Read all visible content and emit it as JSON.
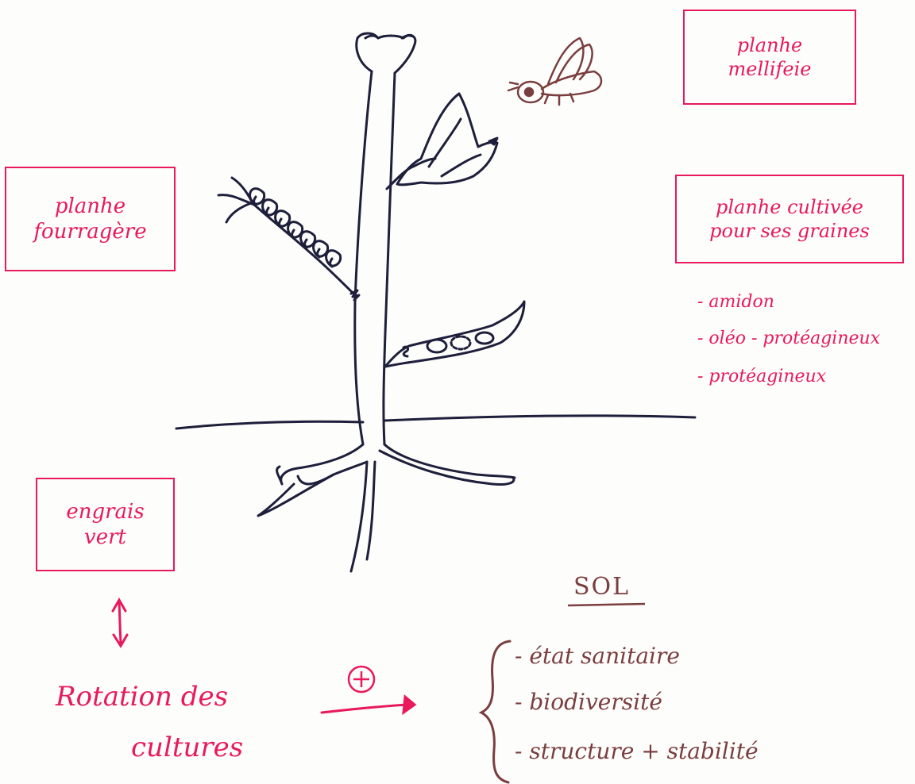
{
  "colors": {
    "ink_dark": "#1d1f3b",
    "accent_pink": "#e8195d",
    "ink_brown": "#7a3e3e",
    "paper": "#fdfdfb"
  },
  "labels": {
    "melliferous": [
      "planhe",
      "mellifeie"
    ],
    "forage": [
      "planhe",
      "fourragère"
    ],
    "cultivated": [
      "planhe cultivée",
      "pour ses graines"
    ],
    "cultivated_list": [
      "- amidon",
      "- oléo - protéagineux",
      "- protéagineux"
    ],
    "green_manure": [
      "engrais",
      "vert"
    ],
    "rotation": [
      "Rotation des",
      "cultures"
    ],
    "plus": "+",
    "soil_title": "SOL",
    "soil_items": [
      "- état sanitaire",
      "- biodiversité",
      "- structure + stabilité"
    ]
  },
  "icons": {
    "bee": "bee-icon",
    "arrow_updown": "double-arrow-vertical-icon",
    "arrow_right": "arrow-right-icon",
    "plus_circle": "plus-circle-icon",
    "brace": "curly-brace-icon"
  }
}
